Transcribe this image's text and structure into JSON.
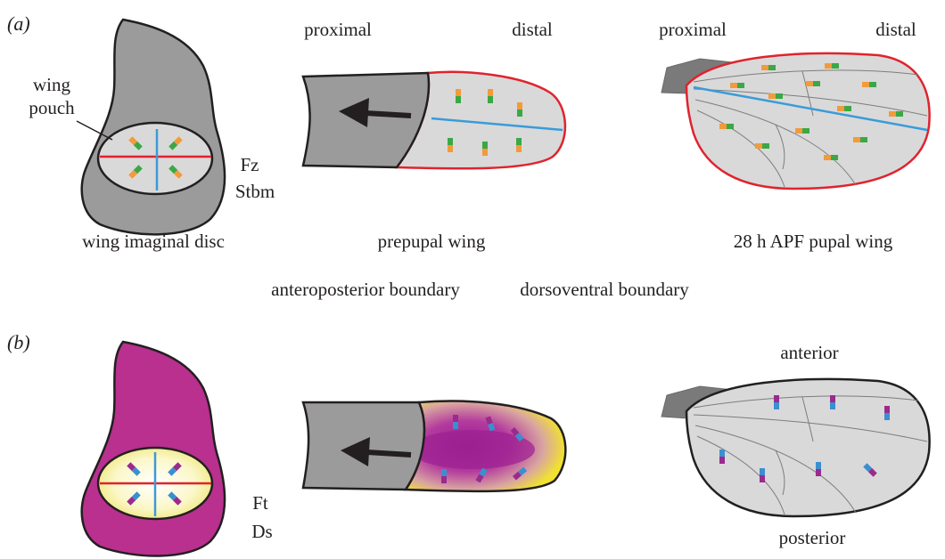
{
  "panel_a": {
    "label": "(a)",
    "pouch_label": [
      "wing",
      "pouch"
    ],
    "legend": [
      {
        "text": "Fz",
        "color": "#3aa845"
      },
      {
        "text": "Stbm",
        "color": "#f39a3b"
      }
    ],
    "prepupal_orientation": {
      "left": "proximal",
      "right": "distal"
    },
    "pupal_orientation": {
      "left": "proximal",
      "right": "distal"
    },
    "captions": {
      "disc": "wing imaginal disc",
      "prepupal": "prepupal wing",
      "pupal": "28 h APF pupal wing"
    },
    "boundaries": [
      {
        "text": "anteroposterior boundary",
        "color": "#3a9bd8"
      },
      {
        "text": "dorsoventral boundary",
        "color": "#e0232d"
      }
    ]
  },
  "panel_b": {
    "label": "(b)",
    "legend": [
      {
        "text": "Ft",
        "color": "#3a8fd0"
      },
      {
        "text": "Ds",
        "color": "#9b2a8e"
      }
    ],
    "pupal_orientation": {
      "top": "anterior",
      "bottom": "posterior"
    }
  },
  "colors": {
    "tissue_gray": "#9b9b9b",
    "wing_blade": "#d9d9d9",
    "outline": "#231f20",
    "ds_magenta": "#b9308f",
    "pouch_yellow": "#f7f2a0"
  }
}
